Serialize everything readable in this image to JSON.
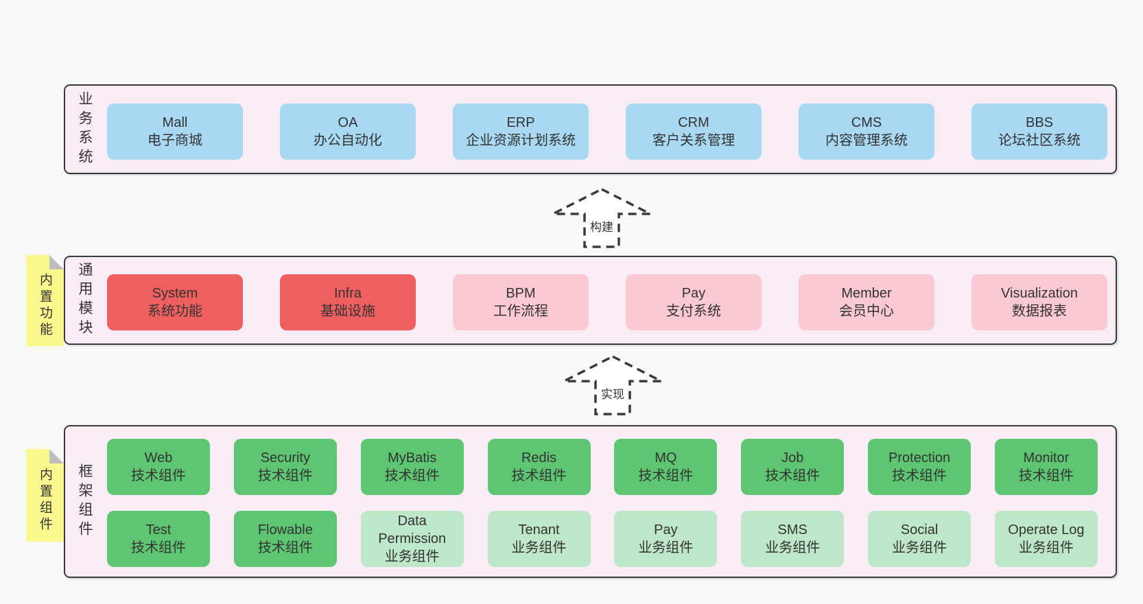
{
  "colors": {
    "page_bg": "#f8f8f8",
    "section_bg": "#f8ecf5",
    "section_border": "#3a3a3a",
    "text": "#333333",
    "blue": "#a8d8f2",
    "red": "#f05f5f",
    "pink": "#fac9d4",
    "green": "#5ec672",
    "light_green": "#bde7c8",
    "sticky_yellow": "#fbf88d",
    "sticky_fold": "#bdbdbd"
  },
  "sections": [
    {
      "id": "business-systems",
      "label": "业务系统",
      "rows": [
        [
          {
            "title": "Mall",
            "subtitle": "电子商城",
            "color": "blue"
          },
          {
            "title": "OA",
            "subtitle": "办公自动化",
            "color": "blue"
          },
          {
            "title": "ERP",
            "subtitle": "企业资源计划系统",
            "color": "blue"
          },
          {
            "title": "CRM",
            "subtitle": "客户关系管理",
            "color": "blue"
          },
          {
            "title": "CMS",
            "subtitle": "内容管理系统",
            "color": "blue"
          },
          {
            "title": "BBS",
            "subtitle": "论坛社区系统",
            "color": "blue"
          }
        ]
      ]
    },
    {
      "id": "common-modules",
      "label": "通用模块",
      "sticky": "内置功能",
      "rows": [
        [
          {
            "title": "System",
            "subtitle": "系统功能",
            "color": "red"
          },
          {
            "title": "Infra",
            "subtitle": "基础设施",
            "color": "red"
          },
          {
            "title": "BPM",
            "subtitle": "工作流程",
            "color": "pink"
          },
          {
            "title": "Pay",
            "subtitle": "支付系统",
            "color": "pink"
          },
          {
            "title": "Member",
            "subtitle": "会员中心",
            "color": "pink"
          },
          {
            "title": "Visualization",
            "subtitle": "数据报表",
            "color": "pink"
          }
        ]
      ]
    },
    {
      "id": "framework-components",
      "label": "框架组件",
      "sticky": "内置组件",
      "rows": [
        [
          {
            "title": "Web",
            "subtitle": "技术组件",
            "color": "green"
          },
          {
            "title": "Security",
            "subtitle": "技术组件",
            "color": "green"
          },
          {
            "title": "MyBatis",
            "subtitle": "技术组件",
            "color": "green"
          },
          {
            "title": "Redis",
            "subtitle": "技术组件",
            "color": "green"
          },
          {
            "title": "MQ",
            "subtitle": "技术组件",
            "color": "green"
          },
          {
            "title": "Job",
            "subtitle": "技术组件",
            "color": "green"
          },
          {
            "title": "Protection",
            "subtitle": "技术组件",
            "color": "green"
          },
          {
            "title": "Monitor",
            "subtitle": "技术组件",
            "color": "green"
          }
        ],
        [
          {
            "title": "Test",
            "subtitle": "技术组件",
            "color": "green"
          },
          {
            "title": "Flowable",
            "subtitle": "技术组件",
            "color": "green"
          },
          {
            "title": "Data Permission",
            "subtitle": "业务组件",
            "color": "light_green"
          },
          {
            "title": "Tenant",
            "subtitle": "业务组件",
            "color": "light_green"
          },
          {
            "title": "Pay",
            "subtitle": "业务组件",
            "color": "light_green"
          },
          {
            "title": "SMS",
            "subtitle": "业务组件",
            "color": "light_green"
          },
          {
            "title": "Social",
            "subtitle": "业务组件",
            "color": "light_green"
          },
          {
            "title": "Operate Log",
            "subtitle": "业务组件",
            "color": "light_green"
          }
        ]
      ]
    }
  ],
  "arrows": [
    {
      "label": "构建"
    },
    {
      "label": "实现"
    }
  ]
}
